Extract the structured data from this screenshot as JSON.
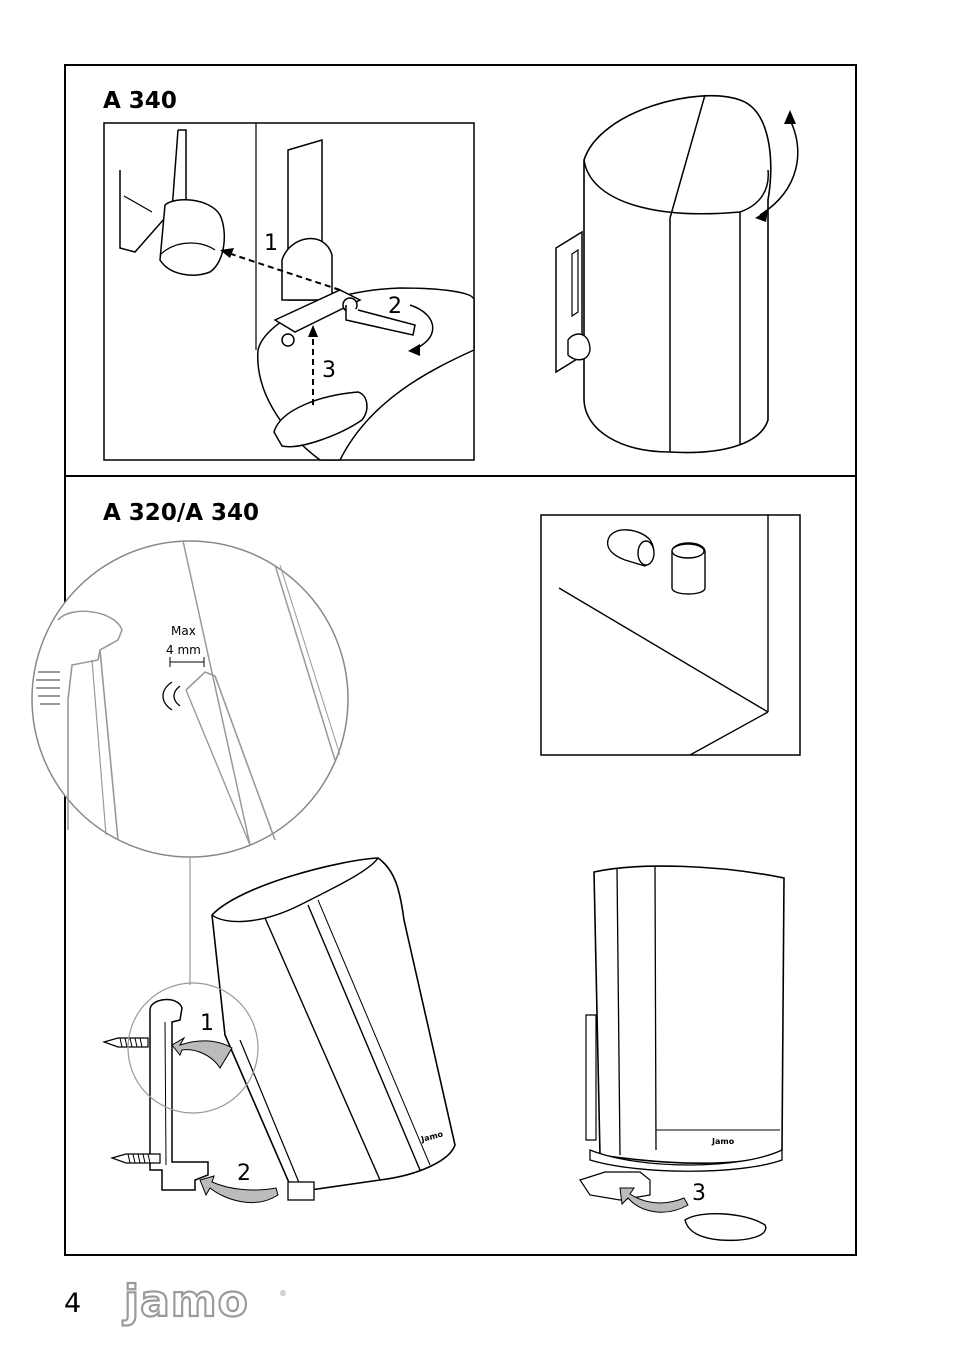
{
  "page": {
    "number": "4",
    "brand": "jamo",
    "brand_mark": "®"
  },
  "section_top": {
    "title": "A 340",
    "steps": [
      "1",
      "2",
      "3"
    ]
  },
  "section_bottom": {
    "title": "A 320/A 340",
    "detail": {
      "label_max": "Max",
      "label_dim": "4 mm"
    },
    "steps": [
      "1",
      "2",
      "3"
    ],
    "speaker_logo": "Jamo"
  },
  "colors": {
    "line": "#000000",
    "gray_line": "#999999",
    "logo_gray": "#9a9a9a",
    "arrow_gray": "#b8b8b8"
  }
}
